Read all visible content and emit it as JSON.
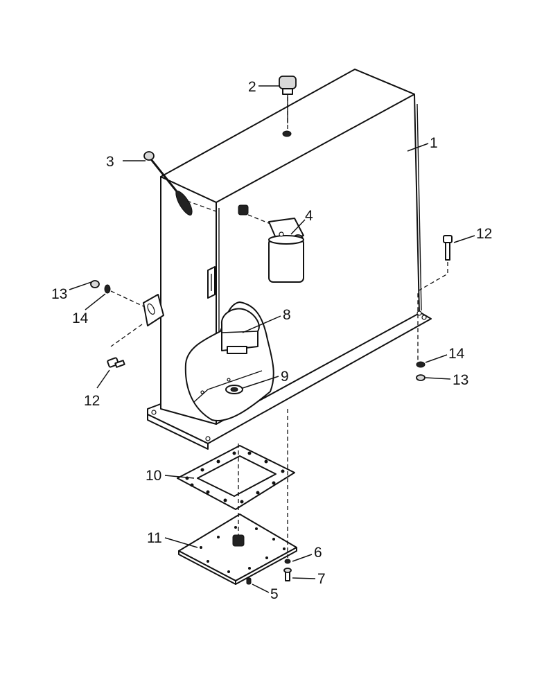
{
  "callouts": {
    "c1": "1",
    "c2": "2",
    "c3": "3",
    "c4": "4",
    "c5": "5",
    "c6": "6",
    "c7": "7",
    "c8": "8",
    "c9": "9",
    "c10": "10",
    "c11": "11",
    "c12_right": "12",
    "c12_left": "12",
    "c13_right": "13",
    "c13_left": "13",
    "c14_right": "14",
    "c14_left": "14"
  }
}
